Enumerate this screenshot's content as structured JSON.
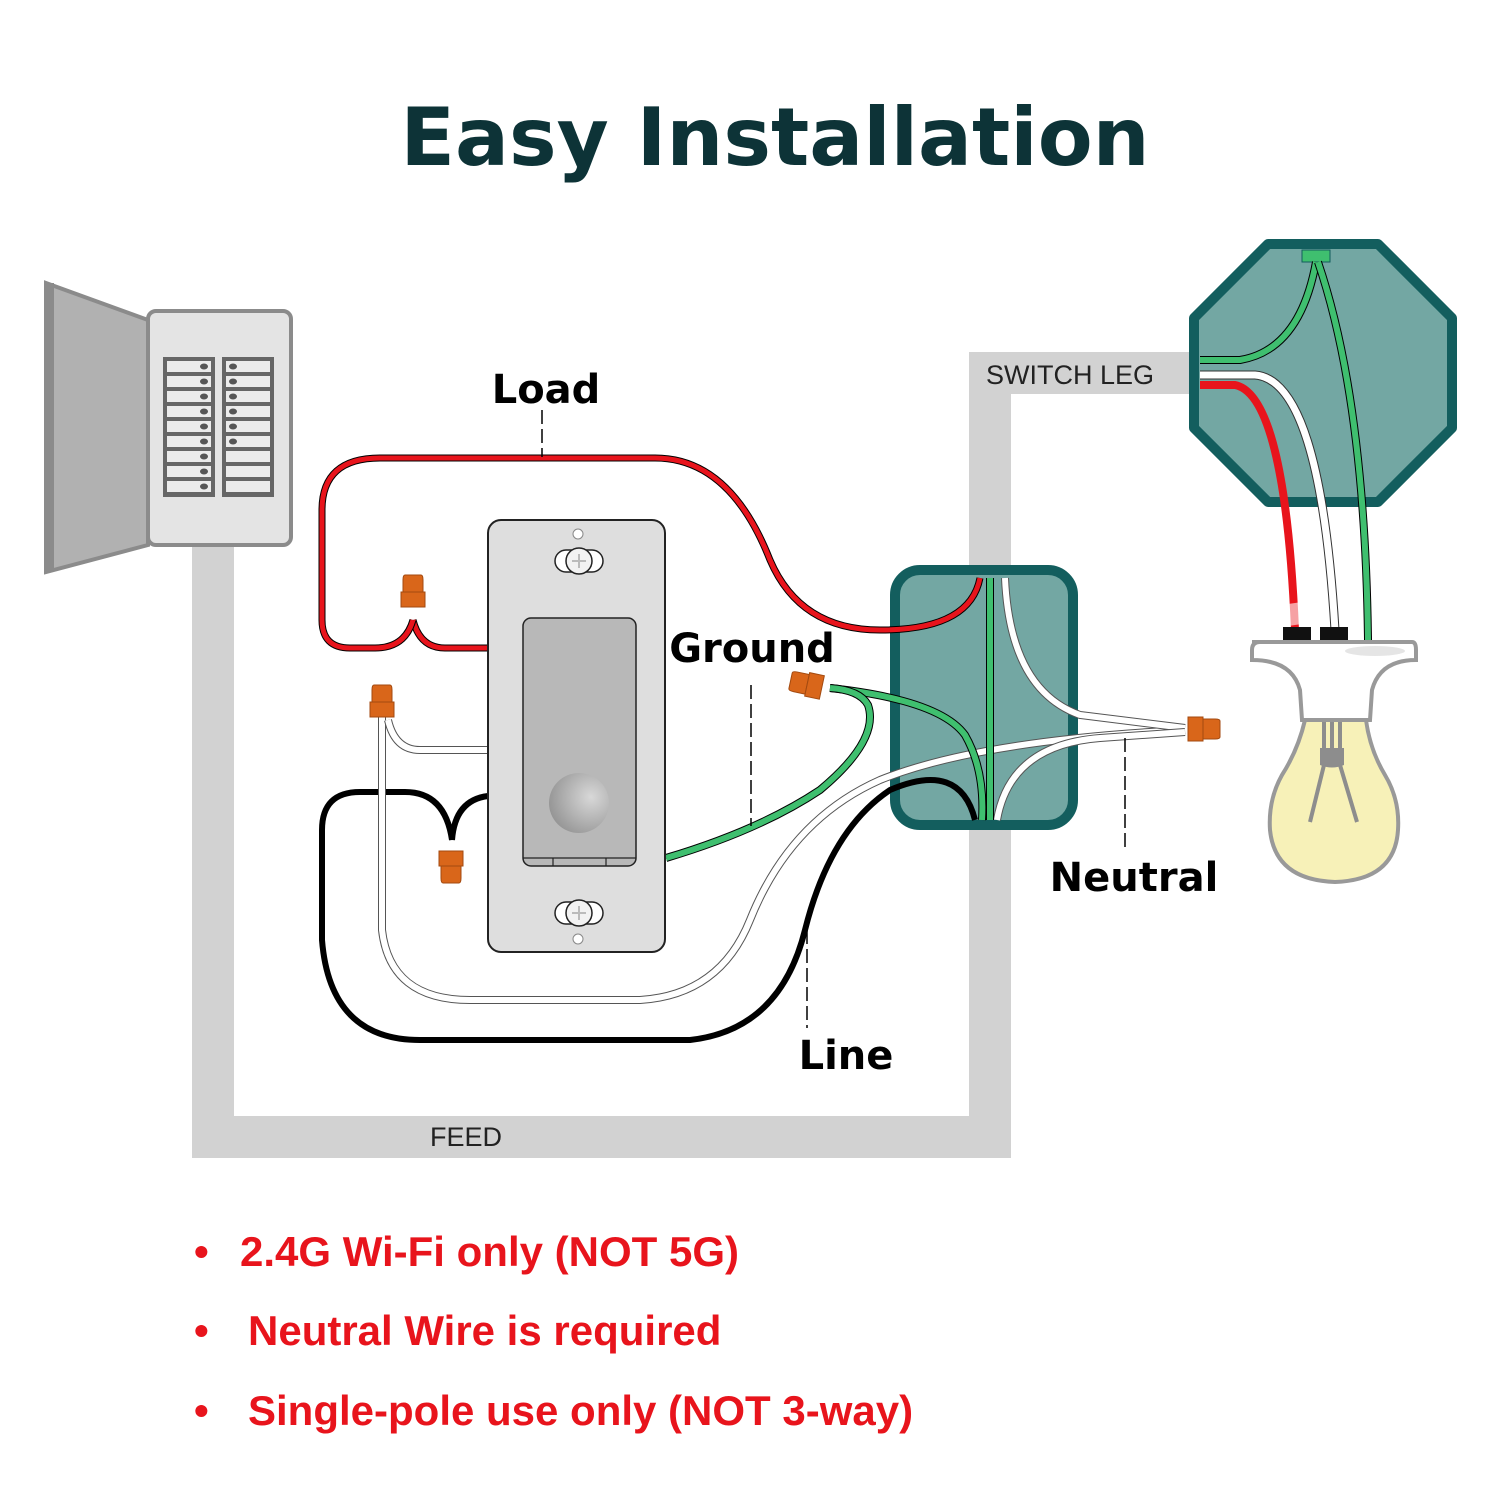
{
  "title": "Easy Installation",
  "labels": {
    "load": "Load",
    "ground": "Ground",
    "neutral": "Neutral",
    "line": "Line",
    "switch_leg": "SWITCH LEG",
    "feed": "FEED"
  },
  "notes": [
    {
      "bullet": "•",
      "text": "2.4G Wi-Fi only (NOT 5G)"
    },
    {
      "bullet": "•",
      "text": "Neutral Wire is required"
    },
    {
      "bullet": "•",
      "text": "Single-pole use only (NOT 3-way)"
    }
  ],
  "components": {
    "breaker_panel": "breaker-panel",
    "switch": "smart-switch",
    "switch_box": "switch-box",
    "ceiling_box": "ceiling-box",
    "light_bulb": "light-bulb",
    "wire_nuts": 5
  },
  "colors": {
    "title": "#0d3337",
    "notes": "#e8141c",
    "load_wire": "#e8141c",
    "line_wire": "#000000",
    "ground_wire": "#3fbf6f",
    "neutral_wire": "#ffffff",
    "box_fill": "#73a7a3",
    "box_border": "#135e5e",
    "conduit": "#d2d2d2",
    "wire_nut": "#d9661a"
  }
}
